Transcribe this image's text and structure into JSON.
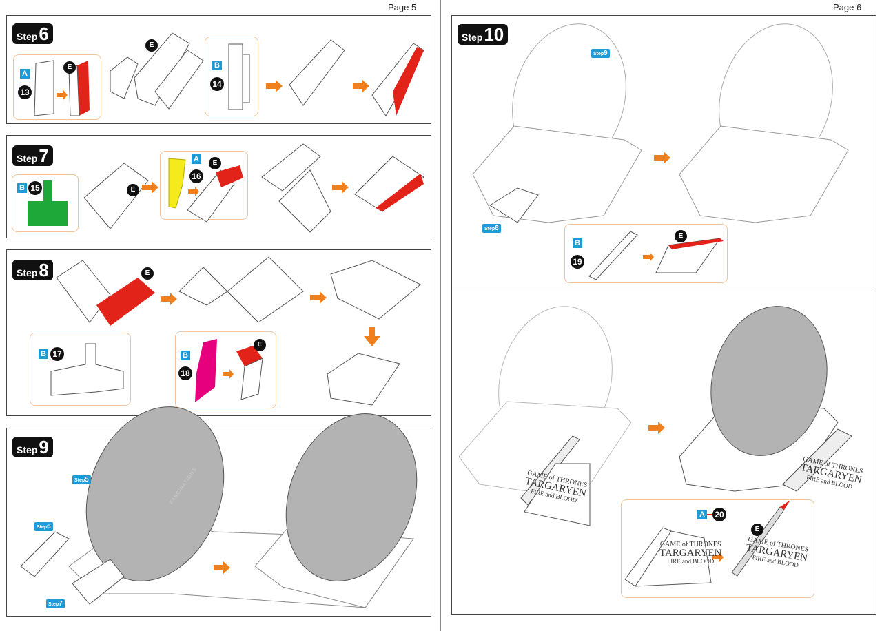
{
  "pages": {
    "left": "Page 5",
    "right": "Page 6"
  },
  "step_word": "Step",
  "watermark": "FASCINATIONS",
  "steps": {
    "s6": {
      "num": "6",
      "parts": [
        {
          "letter": "A",
          "num": "13"
        },
        {
          "letter": "B",
          "num": "14"
        }
      ],
      "sheet": "E"
    },
    "s7": {
      "num": "7",
      "parts": [
        {
          "letter": "B",
          "num": "15"
        },
        {
          "letter": "A",
          "num": "16"
        }
      ],
      "sheet": "E"
    },
    "s8": {
      "num": "8",
      "parts": [
        {
          "letter": "B",
          "num": "17"
        },
        {
          "letter": "B",
          "num": "18"
        }
      ],
      "sheet": "E"
    },
    "s9": {
      "num": "9",
      "refs": [
        "5",
        "6",
        "7"
      ]
    },
    "s10": {
      "num": "10",
      "refs": [
        "9",
        "8"
      ],
      "parts": [
        {
          "letter": "B",
          "num": "19"
        },
        {
          "letter": "A",
          "num": "20"
        }
      ],
      "sheet": "E"
    }
  },
  "logo": {
    "line1": "GAME of THRONES",
    "line2": "TARGARYEN",
    "line3": "FIRE and BLOOD"
  },
  "colors": {
    "accent_orange": "#f07f1e",
    "part_red": "#e2231a",
    "part_green": "#1fa83a",
    "part_yellow": "#f4ea1c",
    "part_magenta": "#e6007e",
    "badge_blue": "#1e9ad6",
    "disc_grey": "#b3b3b3"
  }
}
